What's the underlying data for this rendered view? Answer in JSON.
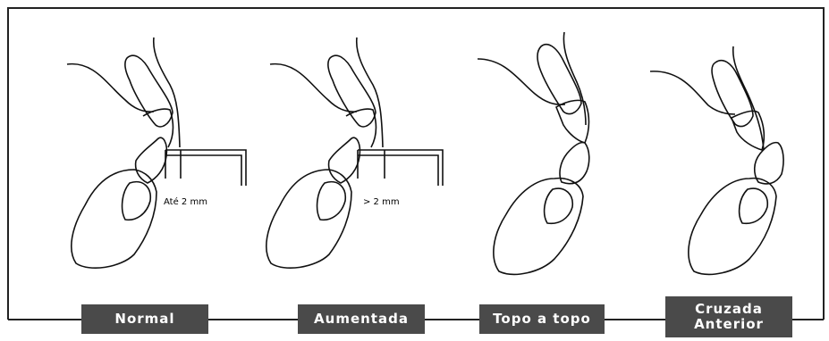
{
  "panels": [
    {
      "label": "Normal",
      "measure": "Até 2 mm"
    },
    {
      "label": "Aumentada",
      "measure": "> 2 mm"
    },
    {
      "label": "Topo a topo"
    },
    {
      "label_line1": "Cruzada",
      "label_line2": "Anterior"
    }
  ]
}
